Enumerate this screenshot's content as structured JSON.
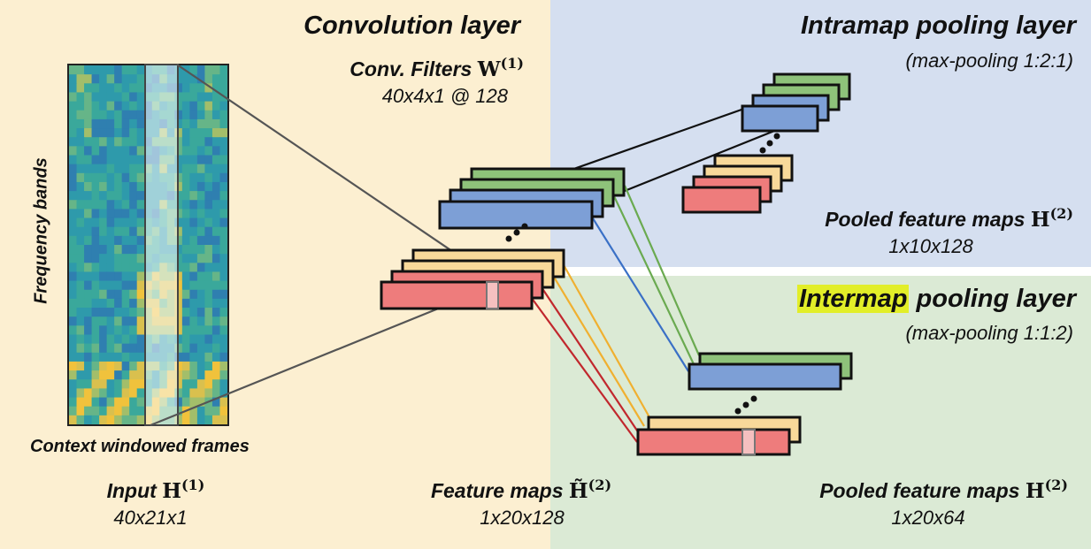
{
  "colors": {
    "conv_bg": "#fcefd1",
    "intramap_bg": "#d5dff0",
    "intermap_bg": "#dbead5",
    "highlight": "#e2ee28",
    "map_red": "#ee7c7c",
    "map_yellow": "#f8d99a",
    "map_blue": "#7d9fd6",
    "map_green": "#8ec27a",
    "line_red": "#c1272d",
    "line_yellow": "#f0b030",
    "line_blue": "#3a70c6",
    "line_green": "#6aaa50"
  },
  "conv": {
    "title": "Convolution layer",
    "filters_label": "Conv. Filters",
    "filters_symbol": "W",
    "filters_sup": "(1)",
    "filters_dims": "40x4x1 @ 128"
  },
  "intramap": {
    "title": "Intramap pooling layer",
    "subtitle": "(max-pooling 1:2:1)",
    "pooled_label": "Pooled feature maps",
    "pooled_symbol": "H",
    "pooled_sup": "(2)",
    "pooled_dims": "1x10x128"
  },
  "intermap": {
    "title_highlight": "Intermap",
    "title_rest": "pooling layer",
    "subtitle": "(max-pooling 1:1:2)",
    "pooled_label": "Pooled feature maps",
    "pooled_symbol": "H",
    "pooled_sup": "(2)",
    "pooled_dims": "1x20x64"
  },
  "input": {
    "axis_label": "Frequency bands",
    "window_label": "Context windowed frames",
    "label": "Input",
    "symbol": "H",
    "sup": "(1)",
    "dims": "40x21x1"
  },
  "feature_maps": {
    "label": "Feature maps",
    "symbol": "H̃",
    "sup": "(2)",
    "dims": "1x20x128"
  }
}
